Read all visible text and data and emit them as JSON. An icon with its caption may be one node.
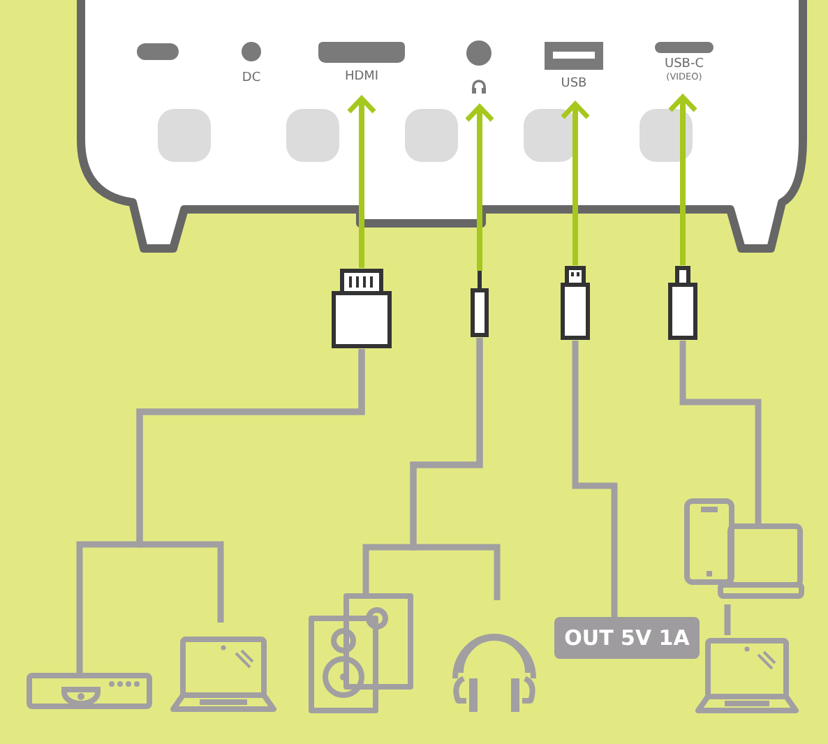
{
  "diagram": {
    "nodes": [
      {
        "text": [],
        "shape": "box"
      },
      {
        "text": [
          "HDMI"
        ],
        "in": 0
      },
      {
        "text": [],
        "shape": "circle",
        "in": 0
      },
      {
        "text": [
          "USB"
        ],
        "in": 0
      },
      {
        "text": [
          "USB-C",
          "(VIDEO)"
        ],
        "in": 0
      },
      {
        "text": [],
        "shape": "box"
      },
      {
        "text": [],
        "shape": "box"
      },
      {
        "text": [],
        "shape": "box"
      },
      {
        "text": [],
        "shape": "box"
      },
      {
        "text": [],
        "shape": "picture"
      },
      {
        "text": [],
        "shape": "picture"
      },
      {
        "text": [],
        "shape": "picture"
      },
      {
        "text": [],
        "shape": "picture"
      },
      {
        "text": [
          "OUT 5V 1A"
        ]
      },
      {
        "text": [],
        "shape": "picture"
      },
      {
        "text": [],
        "shape": "picture"
      }
    ],
    "edges": [
      {
        "from": 5,
        "to": 1,
        "arrow": "to",
        "color": "#a6c81e"
      },
      {
        "from": 6,
        "to": 2,
        "arrow": "to",
        "color": "#a6c81e"
      },
      {
        "from": 7,
        "to": 3,
        "arrow": "to",
        "color": "#a6c81e"
      },
      {
        "from": 8,
        "to": 4,
        "arrow": "to",
        "color": "#a6c81e"
      },
      {
        "from": 5,
        "to": 9,
        "arrow": "none"
      },
      {
        "from": 5,
        "to": 10,
        "arrow": "none"
      },
      {
        "from": 6,
        "to": 11,
        "arrow": "none"
      },
      {
        "from": 6,
        "to": 12,
        "arrow": "none"
      },
      {
        "from": 7,
        "to": 13,
        "arrow": "none"
      },
      {
        "from": 8,
        "to": 14,
        "arrow": "none"
      },
      {
        "from": 14,
        "to": 15,
        "arrow": "none"
      }
    ],
    "labels": [
      "DC"
    ]
  }
}
